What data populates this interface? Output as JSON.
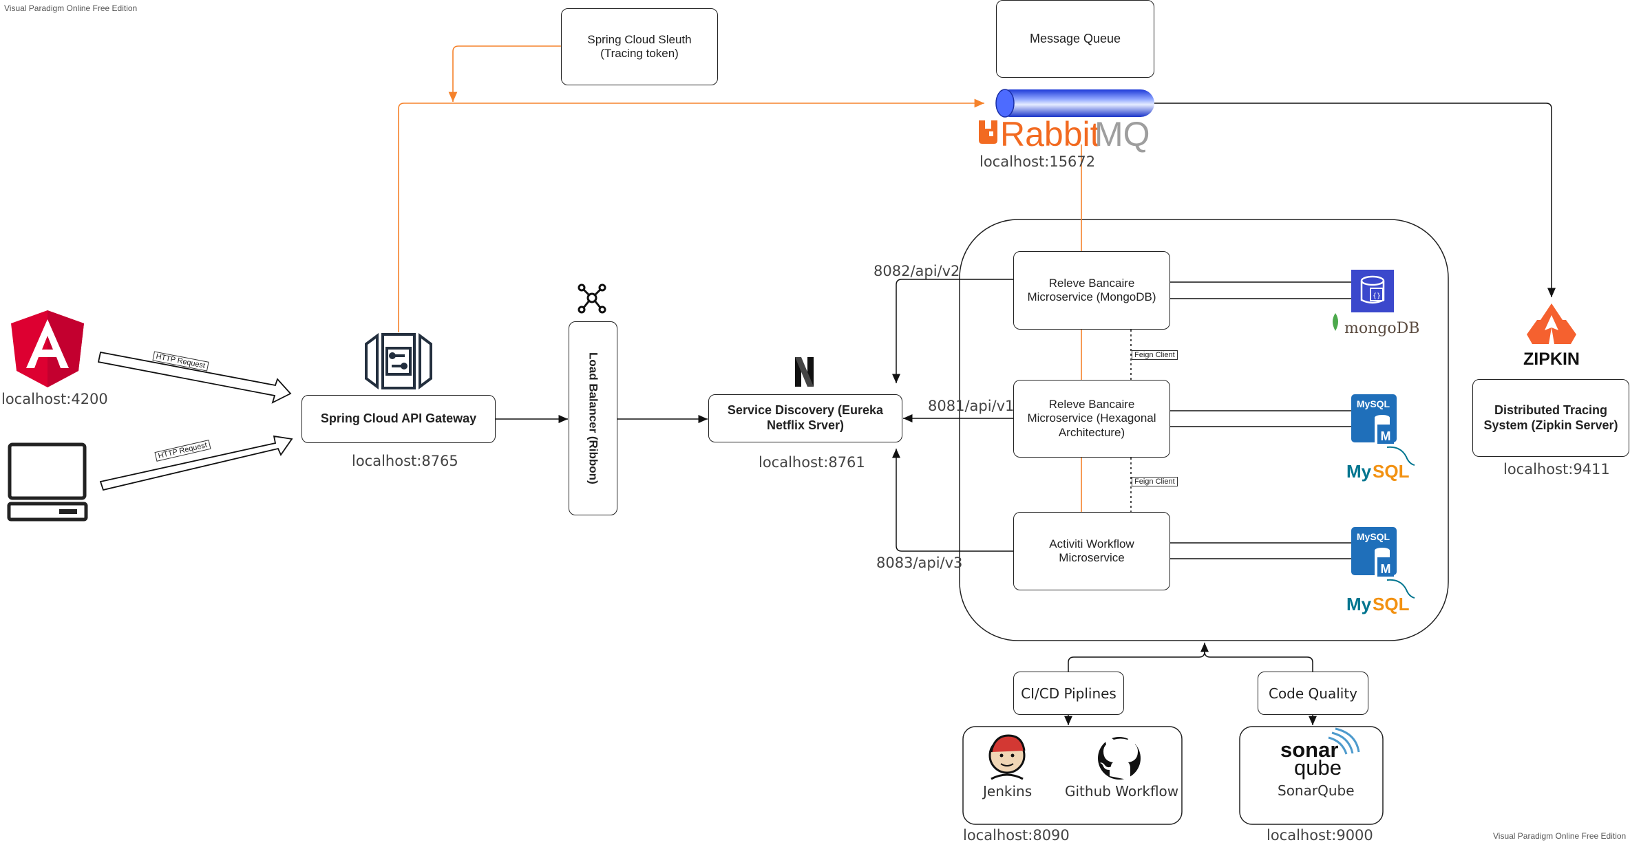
{
  "watermark": {
    "top": "Visual Paradigm Online Free Edition",
    "bottom": "Visual Paradigm Online Free Edition"
  },
  "nodes": {
    "sleuth": "Spring Cloud Sleuth (Tracing token)",
    "message_queue": "Message Queue",
    "gateway": "Spring Cloud API Gateway",
    "load_balancer": "Load Balancer (Ribbon)",
    "discovery": "Service Discovery (Eureka Netflix Srver)",
    "releve_mongo": "Releve Bancaire Microservice (MongoDB)",
    "releve_hex": "Releve Bancaire Microservice (Hexagonal Architecture)",
    "activiti": "Activiti Workflow Microservice",
    "zipkin_server": "Distributed Tracing System (Zipkin Server)",
    "cicd": "CI/CD Piplines",
    "code_quality": "Code Quality"
  },
  "labels": {
    "angular_port": "localhost:4200",
    "gateway_port": "localhost:8765",
    "discovery_port": "localhost:8761",
    "rabbit_port": "localhost:15672",
    "zipkin_port": "localhost:9411",
    "cicd_port": "localhost:8090",
    "sonar_port": "localhost:9000",
    "api_v2": "8082/api/v2",
    "api_v1": "8081/api/v1",
    "api_v3": "8083/api/v3",
    "feign1": "Feign Client",
    "feign2": "Feign Client",
    "http1": "HTTP Request",
    "http2": "HTTP Request",
    "jenkins": "Jenkins",
    "github": "Github Workflow",
    "sonarqube": "SonarQube"
  },
  "logos": {
    "rabbit_a": "Rabbit",
    "rabbit_b": "MQ",
    "zipkin": "ZIPKIN",
    "mongodb": "mongoDB",
    "mysql_tag": "MySQL",
    "mysql_word_a": "My",
    "mysql_word_b": "SQL",
    "sonar_a": "sonar",
    "sonar_b": "qube"
  },
  "icons": [
    "angular-icon",
    "computer-icon",
    "api-gateway-icon",
    "load-balancer-icon",
    "netflix-icon",
    "rabbitmq-logo",
    "zipkin-logo",
    "mongodb-logo",
    "mysql-logo",
    "jenkins-logo",
    "github-icon",
    "sonarqube-logo"
  ],
  "colors": {
    "orange_line": "#f5822b",
    "rabbit_orange": "#f26a21",
    "angular_red": "#dd0031",
    "aws_blue": "#3b48cc",
    "mysql_blue": "#00758f",
    "mysql_orange": "#f29111",
    "zipkin_orange": "#f5612f"
  }
}
